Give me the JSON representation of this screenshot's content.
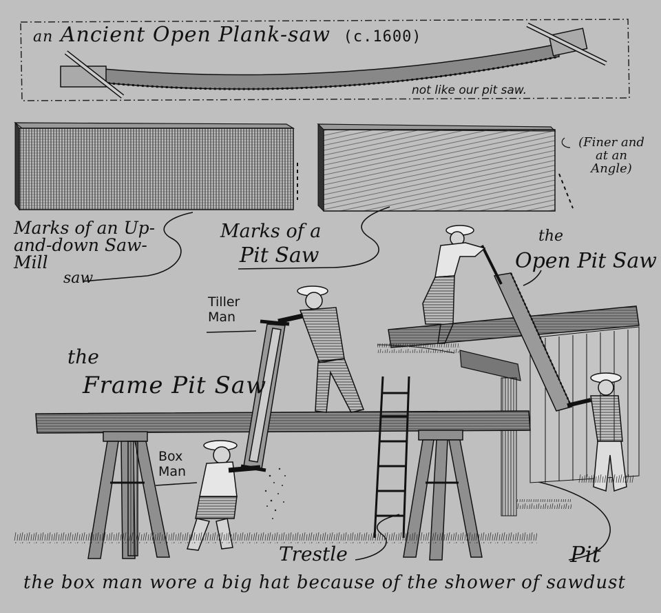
{
  "labels": {
    "title_prefix": "an",
    "title_main": "Ancient Open Plank-saw",
    "title_year": "(c.1600)",
    "note_top": "not like our pit saw.",
    "finer": "(Finer and at an Angle)",
    "marks_mill_lines": "Marks of an Up-and-down Saw-Mill",
    "marks_mill_saw": "saw",
    "marks_pit_1": "Marks of a",
    "marks_pit_2": "Pit Saw",
    "the_pit": "the",
    "open_pit_saw": "Open Pit Saw",
    "tiller_man": "Tiller Man",
    "the_frame": "the",
    "frame_pit_saw": "Frame Pit Saw",
    "box_man": "Box Man",
    "trestle": "Trestle",
    "pit": "Pit",
    "caption": "the box man wore a big hat because of the shower of sawdust"
  }
}
